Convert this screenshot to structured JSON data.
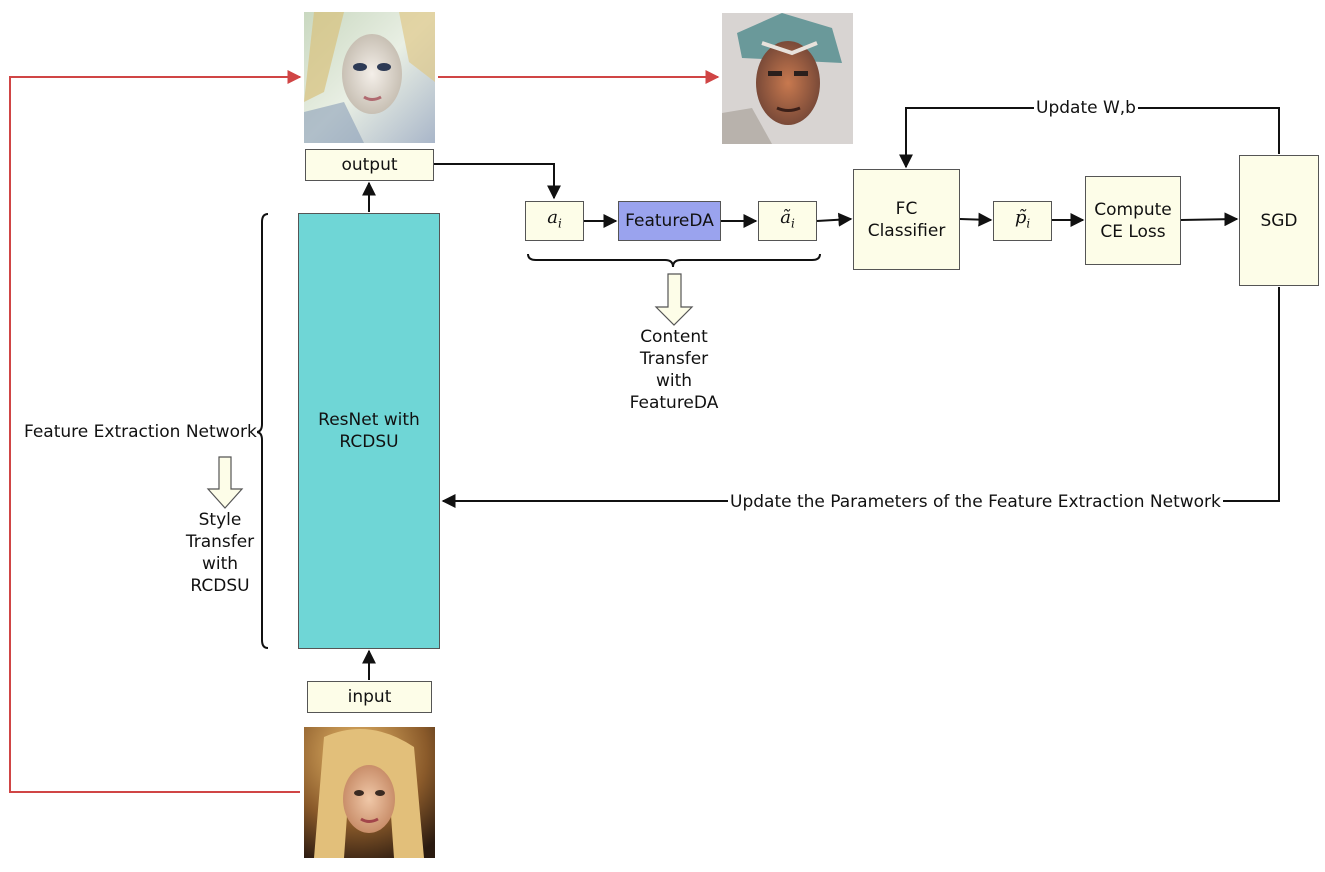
{
  "nodes": {
    "output_label": "output",
    "input_label": "input",
    "resnet_label": "ResNet with RCDSU",
    "a_i": {
      "base": "a",
      "sub": "i"
    },
    "featureda_label": "FeatureDA",
    "a_tilde_i": {
      "base": "ã",
      "sub": "i"
    },
    "fc_label": "FC Classifier",
    "p_tilde_i": {
      "base": "p̃",
      "sub": "i"
    },
    "ce_label": "Compute CE Loss",
    "sgd_label": "SGD"
  },
  "annotations": {
    "feature_extraction": "Feature Extraction Network",
    "style_transfer": "Style Transfer with RCDSU",
    "content_transfer": "Content Transfer with FeatureDA",
    "update_wb": "Update W,b",
    "update_params": "Update the Parameters of the Feature Extraction Network"
  },
  "images": {
    "output_image": "stylized-portrait-image",
    "style_image": "painted-portrait-image",
    "input_image": "portrait-photo-image"
  },
  "colors": {
    "resnet_fill": "#6fd6d6",
    "featureda_fill": "#9aa3ee",
    "node_fill": "#fdfde8",
    "style_edge": "#d04545",
    "edge": "#111111"
  }
}
